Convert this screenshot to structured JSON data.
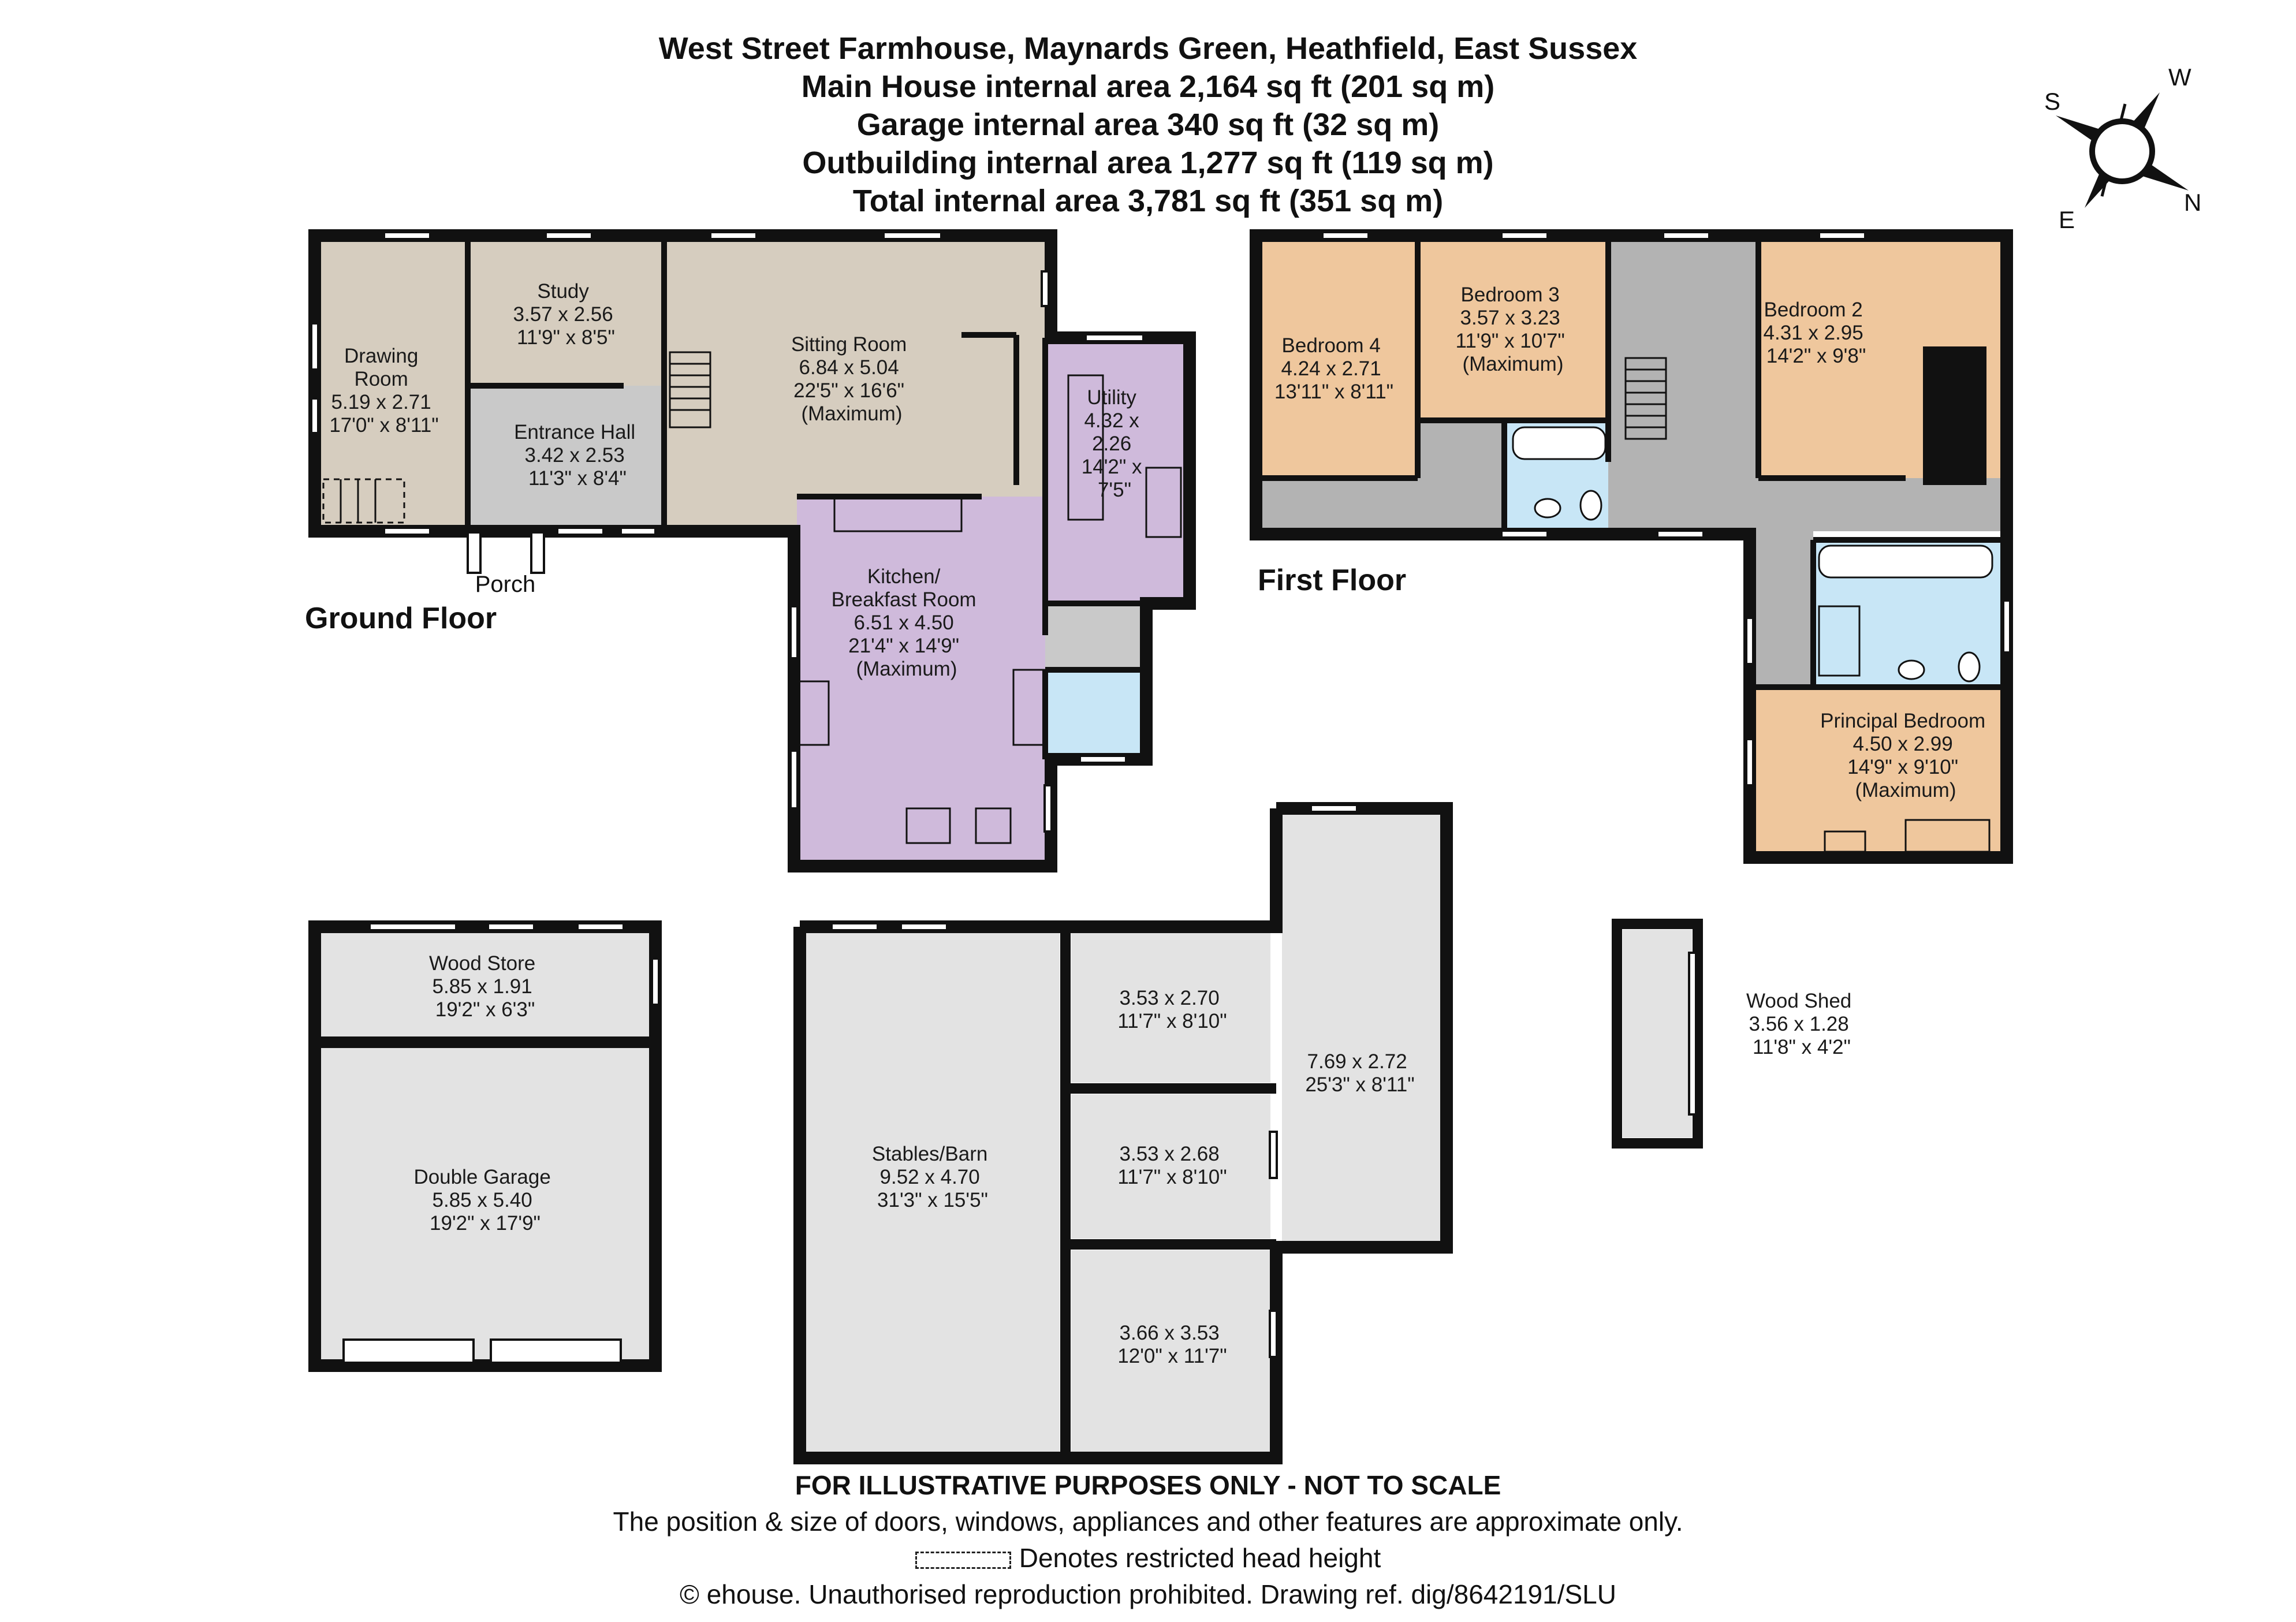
{
  "header": {
    "address": "West Street Farmhouse, Maynards Green, Heathfield, East Sussex",
    "main_house": "Main House internal area 2,164 sq ft (201 sq m)",
    "garage": "Garage internal area 340 sq ft (32 sq m)",
    "outbuilding": "Outbuilding internal area 1,277 sq ft (119 sq m)",
    "total": "Total internal area 3,781 sq ft (351 sq m)"
  },
  "compass": {
    "s": "S",
    "w": "W",
    "e": "E",
    "n": "N"
  },
  "floors": {
    "ground": "Ground Floor",
    "first": "First Floor"
  },
  "colors": {
    "reception": "#d6cdbf",
    "hall": "#c9c9c9",
    "kitchen": "#cfbadb",
    "bedroom": "#efc79d",
    "bathroom": "#c8e6f6",
    "landing": "#b3b3b3",
    "outbuilding": "#e3e3e3",
    "wall": "#111111"
  },
  "rooms": {
    "drawing": [
      "Drawing",
      "Room",
      "5.19 x 2.71",
      "17'0\" x 8'11\""
    ],
    "study": [
      "Study",
      "3.57 x 2.56",
      "11'9\" x 8'5\""
    ],
    "sitting": [
      "Sitting Room",
      "6.84 x 5.04",
      "22'5\" x 16'6\"",
      "(Maximum)"
    ],
    "hall": [
      "Entrance Hall",
      "3.42 x 2.53",
      "11'3\" x 8'4\""
    ],
    "utility": [
      "Utility",
      "4.32 x",
      "2.26",
      "14'2\" x",
      "7'5\""
    ],
    "kitchen": [
      "Kitchen/",
      "Breakfast Room",
      "6.51 x 4.50",
      "21'4\" x 14'9\"",
      "(Maximum)"
    ],
    "porch": "Porch",
    "bed4": [
      "Bedroom 4",
      "4.24 x 2.71",
      "13'11\" x 8'11\""
    ],
    "bed3": [
      "Bedroom 3",
      "3.57 x 3.23",
      "11'9\" x 10'7\"",
      "(Maximum)"
    ],
    "bed2": [
      "Bedroom 2",
      "4.31 x 2.95",
      "14'2\" x 9'8\""
    ],
    "principal": [
      "Principal Bedroom",
      "4.50 x 2.99",
      "14'9\" x 9'10\"",
      "(Maximum)"
    ],
    "wood_store": [
      "Wood Store",
      "5.85 x 1.91",
      "19'2\" x 6'3\""
    ],
    "garage": [
      "Double Garage",
      "5.85 x 5.40",
      "19'2\" x 17'9\""
    ],
    "stables": [
      "Stables/Barn",
      "9.52 x 4.70",
      "31'3\" x 15'5\""
    ],
    "store1": [
      "3.53 x 2.70",
      "11'7\" x 8'10\""
    ],
    "store2": [
      "3.53 x 2.68",
      "11'7\" x 8'10\""
    ],
    "store3": [
      "3.66 x 3.53",
      "12'0\" x 11'7\""
    ],
    "store4": [
      "7.69 x 2.72",
      "25'3\" x 8'11\""
    ],
    "wood_shed": [
      "Wood Shed",
      "3.56 x 1.28",
      "11'8\" x 4'2\""
    ]
  },
  "footer": {
    "disclaimer": "FOR ILLUSTRATIVE PURPOSES ONLY - NOT TO SCALE",
    "note": "The position & size of doors, windows, appliances and other features are approximate only.",
    "head_height": "Denotes restricted head height",
    "copyright": "© ehouse. Unauthorised reproduction prohibited. Drawing ref. dig/8642191/SLU"
  }
}
